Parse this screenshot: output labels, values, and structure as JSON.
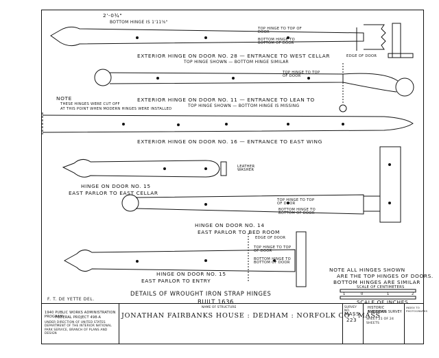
{
  "sheet": {
    "dimension_top": "2'-0¾\"",
    "dimension_bottom": "BOTTOM HINGE IS 1'11⅝\"",
    "top_hinge_note": "TOP HINGE TO TOP OF DOOR",
    "bottom_hinge_note": "BOTTOM HINGE TO BOTTOM OF DOOR",
    "hinge1_caption": "EXTERIOR HINGE ON DOOR NO. 28 — ENTRANCE TO WEST CELLAR",
    "hinge1_sub": "TOP HINGE SHOWN — BOTTOM HINGE SIMILAR",
    "edge_of_door": "EDGE OF DOOR",
    "note_heading": "NOTE",
    "note_text_1": "THESE HINGES WERE CUT OFF",
    "note_text_2": "AT THIS POINT WHEN MODERN HINGES WERE INSTALLED",
    "hinge2_caption": "EXTERIOR HINGE ON DOOR NO. 11 — ENTRANCE TO LEAN TO",
    "hinge2_sub": "TOP HINGE SHOWN — BOTTOM HINGE IS MISSING",
    "hinge3_caption": "EXTERIOR HINGE ON DOOR NO. 16 — ENTRANCE TO EAST WING",
    "leather_washer": "LEATHER WASHER",
    "hinge4_caption_1": "HINGE ON DOOR NO. 15",
    "hinge4_caption_2": "EAST PARLOR TO EAST CELLAR",
    "hinge5_caption_1": "HINGE ON DOOR NO. 14",
    "hinge5_caption_2": "EAST PARLOR TO BED ROOM",
    "hinge6_caption_1": "HINGE ON DOOR NO. 15",
    "hinge6_caption_2": "EAST PARLOR TO ENTRY",
    "note2_1": "NOTE  ALL HINGES SHOWN",
    "note2_2": "ARE THE TOP HINGES OF DOORS.",
    "note2_3": "BOTTOM HINGES ARE SIMILAR",
    "title_1": "DETAILS OF WROUGHT IRON STRAP HINGES",
    "title_2": "BUILT 1636",
    "scale_cm": "SCALE OF CENTIMETERS",
    "scale_in": "SCALE OF INCHES",
    "scale_nums": [
      "1",
      "0",
      "1",
      "2"
    ]
  },
  "titleblock": {
    "delineator": "F. T. DE YETTE  DEL.",
    "project_1": "1940 PUBLIC WORKS ADMINISTRATION PROGRAM",
    "project_2": "FEDERAL PROJECT  498-A",
    "project_small": "UNDER DIRECTION OF UNITED STATES DEPARTMENT OF THE INTERIOR NATIONAL PARK SERVICE, BRANCH OF PLANS AND DESIGN",
    "name_label": "NAME OF STRUCTURE",
    "name": "JONATHAN FAIRBANKS HOUSE : DEDHAM : NORFOLK  CO : MASS",
    "survey_label": "SURVEY NO.",
    "survey_1": "MASS.",
    "survey_2": "223",
    "habs_1": "HISTORIC AMERICAN",
    "habs_2": "BUILDINGS SURVEY",
    "sheet_no": "SHEET 21 OF 24 SHEETS",
    "index": "INDEX TO PHOTOGRAPHS"
  }
}
